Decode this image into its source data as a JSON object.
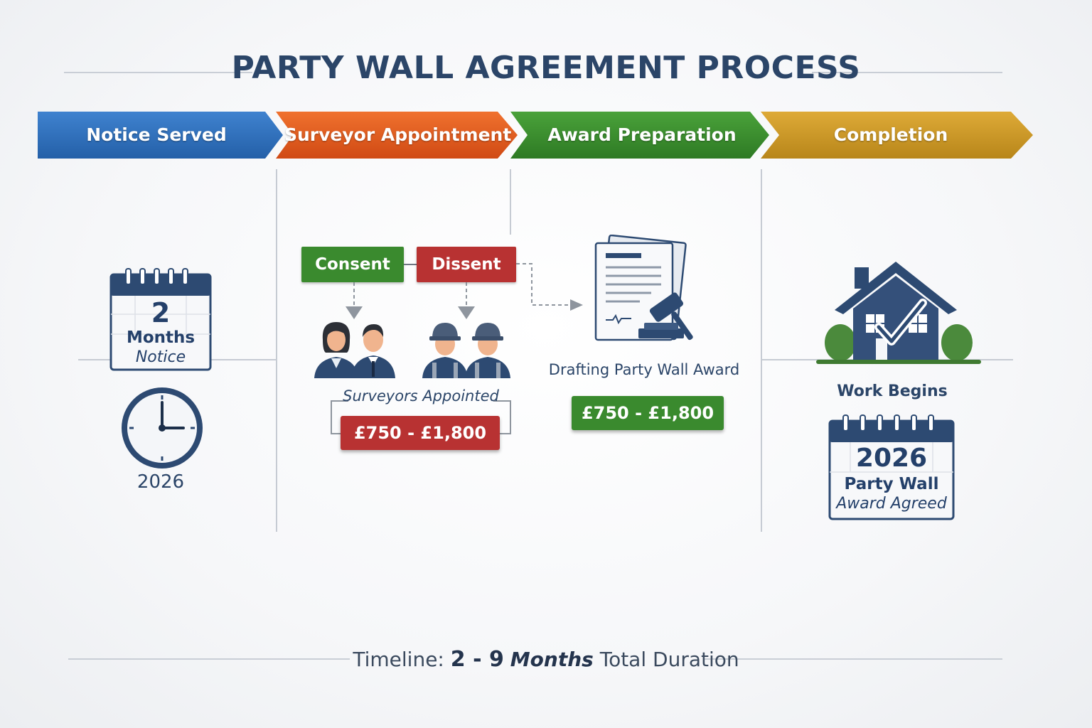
{
  "title": "PARTY WALL AGREEMENT PROCESS",
  "stages": [
    {
      "label": "Notice Served",
      "color": "#2f6cb6"
    },
    {
      "label": "Surveyor Appointment",
      "color": "#e0561f"
    },
    {
      "label": "Award Preparation",
      "color": "#3a8a2e"
    },
    {
      "label": "Completion",
      "color": "#c99522"
    }
  ],
  "notice": {
    "calendar_number": "2",
    "calendar_line1": "Months",
    "calendar_line2": "Notice",
    "clock_icon": "clock-icon",
    "year": "2026"
  },
  "surveyor": {
    "consent_label": "Consent",
    "consent_color": "#3a8a2e",
    "dissent_label": "Dissent",
    "dissent_color": "#b83232",
    "caption": "Surveyors Appointed",
    "price": "£750 - £1,800"
  },
  "award": {
    "icon": "document-gavel-icon",
    "caption": "Drafting Party Wall Award",
    "price": "£750 - £1,800"
  },
  "completion": {
    "icon": "house-check-icon",
    "caption": "Work Begins",
    "calendar_year": "2026",
    "calendar_line1": "Party Wall",
    "calendar_line2": "Award Agreed"
  },
  "timeline": {
    "prefix": "Timeline:",
    "range": "2 - 9",
    "unit": "Months",
    "suffix": "Total Duration"
  }
}
